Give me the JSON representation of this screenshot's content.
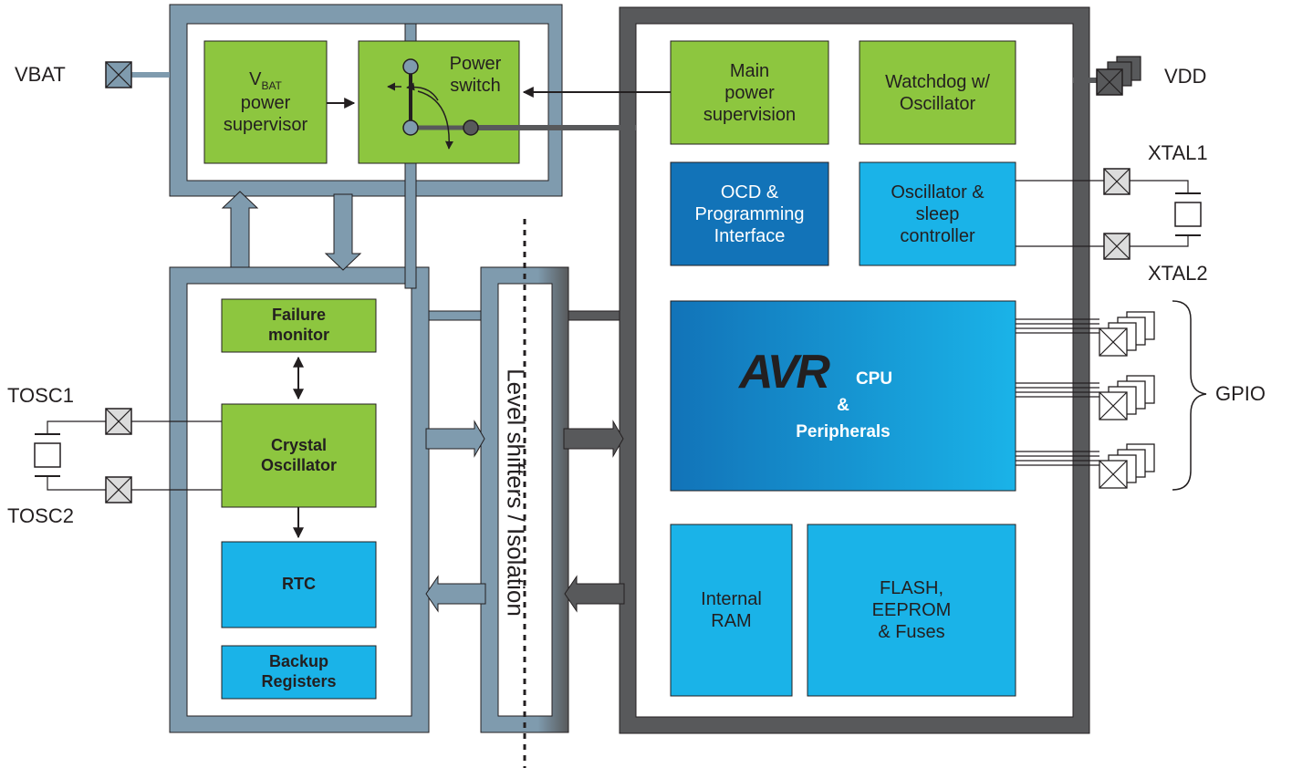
{
  "pins": {
    "vbat": "VBAT",
    "vdd": "VDD",
    "xtal1": "XTAL1",
    "xtal2": "XTAL2",
    "tosc1": "TOSC1",
    "tosc2": "TOSC2",
    "gpio": "GPIO"
  },
  "blocks": {
    "vbat_supervisor": {
      "main": "V",
      "sub": "BAT",
      "rest": "power\nsupervisor"
    },
    "power_switch": "Power\nswitch",
    "main_power_supervision": "Main\npower\nsupervision",
    "watchdog": "Watchdog w/\nOscillator",
    "ocd": "OCD &\nProgramming\nInterface",
    "osc_sleep": "Oscillator &\nsleep\ncontroller",
    "cpu": {
      "logo": "AVR",
      "line1": "CPU",
      "line2": "&",
      "line3": "Peripherals"
    },
    "ram": "Internal\nRAM",
    "flash": "FLASH,\nEEPROM\n& Fuses",
    "failure_monitor": "Failure\nmonitor",
    "crystal_osc": "Crystal\nOscillator",
    "rtc": "RTC",
    "backup_regs": "Backup\nRegisters",
    "level_shifters": "Level shifters / Isolation"
  },
  "colors": {
    "green": "#8dc63f",
    "light_blue": "#1ab3e8",
    "dark_blue": "#1273b8",
    "steel": "#7f9bae",
    "charcoal": "#58595b"
  }
}
